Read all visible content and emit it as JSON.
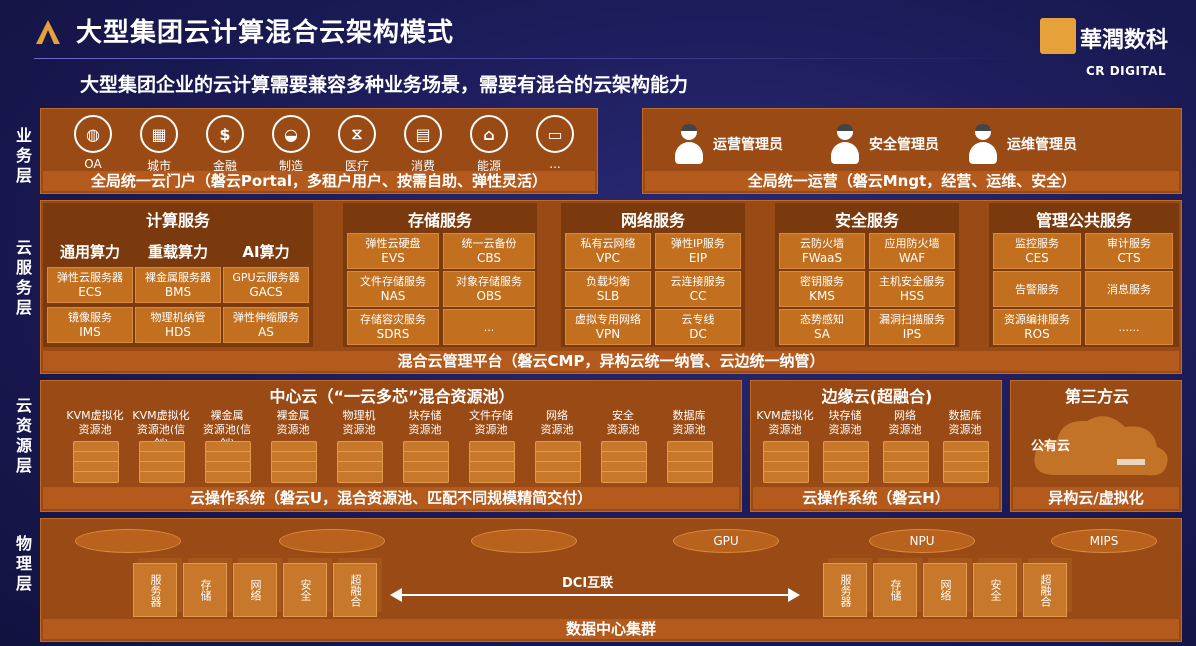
{
  "header": {
    "title": "大型集团云计算混合云架构模式",
    "subtitle": "大型集团企业的云计算需要兼容多种业务场景，需要有混合的云架构能力",
    "brand_cn": "華潤数科",
    "brand_en": "CR DIGITAL"
  },
  "layers": {
    "business": "业务层",
    "cloud_service": "云服务层",
    "cloud_resource": "云资源层",
    "physical": "物理层"
  },
  "business": {
    "items": [
      {
        "label": "OA",
        "icon": "globe-icon",
        "glyph": "◍"
      },
      {
        "label": "城市",
        "icon": "city-icon",
        "glyph": "▦"
      },
      {
        "label": "金融",
        "icon": "dollar-icon",
        "glyph": "$"
      },
      {
        "label": "制造",
        "icon": "car-icon",
        "glyph": "◒"
      },
      {
        "label": "医疗",
        "icon": "dna-icon",
        "glyph": "⧖"
      },
      {
        "label": "消费",
        "icon": "news-icon",
        "glyph": "▤"
      },
      {
        "label": "能源",
        "icon": "factory-icon",
        "glyph": "⌂"
      },
      {
        "label": "...",
        "icon": "truck-icon",
        "glyph": "▭"
      }
    ],
    "portal": "全局统一云门户（磐云Portal，多租户用户、按需自助、弹性灵活）",
    "admins": [
      {
        "label": "运营管理员",
        "icon": "operator-admin-icon"
      },
      {
        "label": "安全管理员",
        "icon": "security-admin-icon"
      },
      {
        "label": "运维管理员",
        "icon": "ops-admin-icon"
      }
    ],
    "mngt": "全局统一运营（磐云Mngt，经营、运维、安全）"
  },
  "services": {
    "compute": {
      "title": "计算服务",
      "groups": [
        "通用算力",
        "重载算力",
        "AI算力"
      ],
      "cells": [
        [
          "弹性云服务器",
          "ECS"
        ],
        [
          "裸金属服务器",
          "BMS"
        ],
        [
          "GPU云服务器",
          "GACS"
        ],
        [
          "镜像服务",
          "IMS"
        ],
        [
          "物理机纳管",
          "HDS"
        ],
        [
          "弹性伸缩服务",
          "AS"
        ]
      ]
    },
    "storage": {
      "title": "存储服务",
      "cells": [
        [
          "弹性云硬盘",
          "EVS"
        ],
        [
          "统一云备份",
          "CBS"
        ],
        [
          "文件存储服务",
          "NAS"
        ],
        [
          "对象存储服务",
          "OBS"
        ],
        [
          "存储容灾服务",
          "SDRS"
        ],
        [
          "...",
          ""
        ]
      ]
    },
    "network": {
      "title": "网络服务",
      "cells": [
        [
          "私有云网络",
          "VPC"
        ],
        [
          "弹性IP服务",
          "EIP"
        ],
        [
          "负载均衡",
          "SLB"
        ],
        [
          "云连接服务",
          "CC"
        ],
        [
          "虚拟专用网络",
          "VPN"
        ],
        [
          "云专线",
          "DC"
        ]
      ]
    },
    "security": {
      "title": "安全服务",
      "cells": [
        [
          "云防火墙",
          "FWaaS"
        ],
        [
          "应用防火墙",
          "WAF"
        ],
        [
          "密钥服务",
          "KMS"
        ],
        [
          "主机安全服务",
          "HSS"
        ],
        [
          "态势感知",
          "SA"
        ],
        [
          "漏洞扫描服务",
          "IPS"
        ]
      ]
    },
    "mgmt": {
      "title": "管理公共服务",
      "cells": [
        [
          "监控服务",
          "CES"
        ],
        [
          "审计服务",
          "CTS"
        ],
        [
          "告警服务",
          ""
        ],
        [
          "消息服务",
          ""
        ],
        [
          "资源编排服务",
          "ROS"
        ],
        [
          "......",
          ""
        ]
      ]
    },
    "cmp": "混合云管理平台（磐云CMP，异构云统一纳管、云边统一纳管）"
  },
  "resources": {
    "center": {
      "title": "中心云（“一云多芯”混合资源池）",
      "pools": [
        [
          "KVM虚拟化",
          "资源池"
        ],
        [
          "KVM虚拟化",
          "资源池(信创)"
        ],
        [
          "裸金属",
          "资源池(信创)"
        ],
        [
          "裸金属",
          "资源池"
        ],
        [
          "物理机",
          "资源池"
        ],
        [
          "块存储",
          "资源池"
        ],
        [
          "文件存储",
          "资源池"
        ],
        [
          "网络",
          "资源池"
        ],
        [
          "安全",
          "资源池"
        ],
        [
          "数据库",
          "资源池"
        ]
      ],
      "os": "云操作系统（磐云U，混合资源池、匹配不同规模精简交付）"
    },
    "edge": {
      "title": "边缘云(超融合)",
      "pools": [
        [
          "KVM虚拟化",
          "资源池"
        ],
        [
          "块存储",
          "资源池"
        ],
        [
          "网络",
          "资源池"
        ],
        [
          "数据库",
          "资源池"
        ]
      ],
      "os": "云操作系统（磐云H）"
    },
    "third": {
      "title": "第三方云",
      "public": "公有云",
      "footer": "异构云/虚拟化"
    }
  },
  "physical": {
    "discs": [
      "",
      "",
      "",
      "GPU",
      "NPU",
      "MIPS"
    ],
    "left_boxes": [
      "服务器",
      "存储",
      "网络",
      "安全",
      "超融合"
    ],
    "right_boxes": [
      "服务器",
      "存储",
      "网络",
      "安全",
      "超融合"
    ],
    "dci": "DCI互联",
    "footer": "数据中心集群"
  }
}
